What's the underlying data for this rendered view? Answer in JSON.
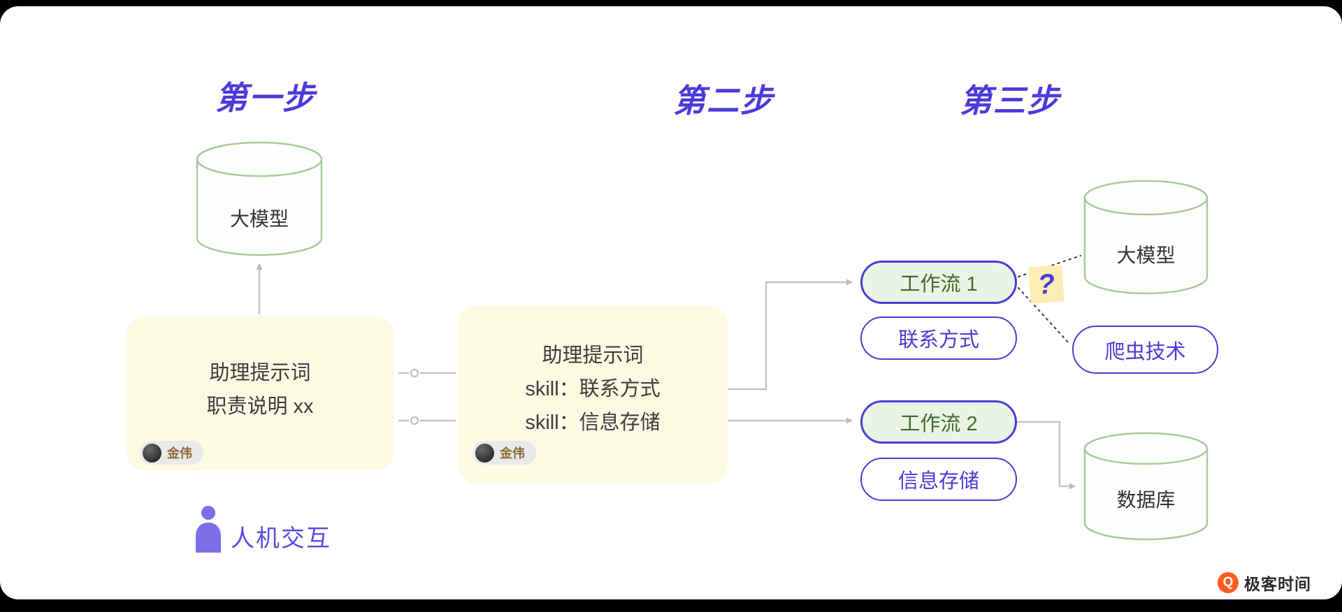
{
  "steps": [
    {
      "label": "第一步"
    },
    {
      "label": "第二步"
    },
    {
      "label": "第三步"
    }
  ],
  "step1": {
    "model_label": "大模型",
    "prompt": {
      "title": "助理提示词",
      "line2": "职责说明 xx",
      "author": "金伟"
    },
    "hint": "人机交互"
  },
  "step2": {
    "prompt": {
      "title": "助理提示词",
      "skill1": "skill：联系方式",
      "skill2": "skill：信息存储",
      "author": "金伟"
    }
  },
  "step3": {
    "workflow1": "工作流 1",
    "workflow1_skill": "联系方式",
    "workflow2": "工作流 2",
    "workflow2_skill": "信息存储",
    "question": "?",
    "model_label": "大模型",
    "crawler": "爬虫技术",
    "database": "数据库"
  },
  "branding": {
    "name": "极客时间",
    "logo_letter": "Q"
  },
  "colors": {
    "accent": "#4b3bd8",
    "green_stroke": "#a5cb9b",
    "pill_green_fill": "#eaf4e4",
    "workflow_text": "#3f6b2f",
    "note_yellow": "#fbfae3",
    "highlight_yellow": "#fbeeb4",
    "line_gray": "#c4c4c4",
    "dotted_dark": "#3a3a3a",
    "logo_orange": "#ff5a1f"
  }
}
